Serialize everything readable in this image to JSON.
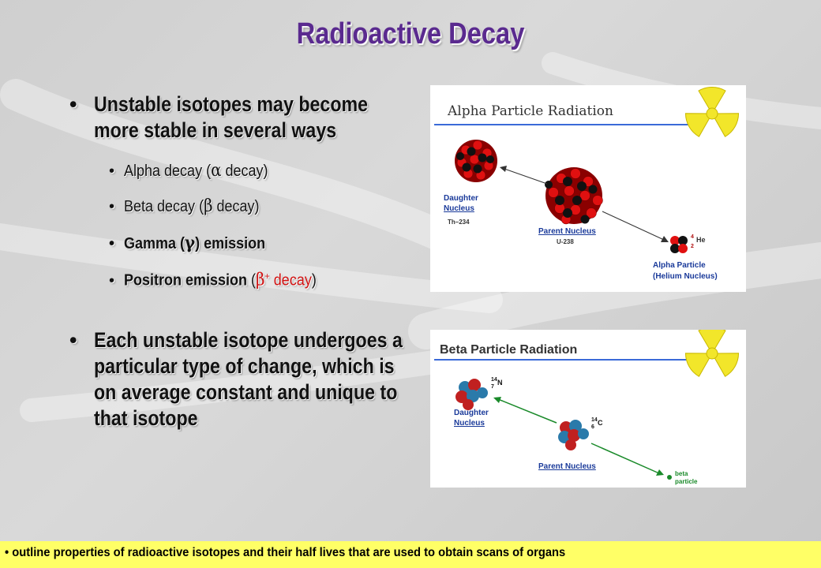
{
  "slide": {
    "title": "Radioactive Decay",
    "bullet_main_1": "Unstable isotopes may become more stable in several ways",
    "sub_items": [
      {
        "pre": "Alpha decay (",
        "symbol": "α",
        "post": " decay)"
      },
      {
        "pre": "Beta decay (",
        "symbol": "β",
        "post": " decay)"
      },
      {
        "pre": "Gamma (",
        "symbol": "γ",
        "post": ") emission"
      },
      {
        "pre": "Positron emission",
        "open": " (",
        "symbol": "β",
        "sup": "+",
        "red_post": " decay",
        "close": ")"
      }
    ],
    "bullet_main_2": "Each unstable isotope undergoes a particular type of change, which is on average constant and unique to that isotope",
    "footer": "outline properties of radioactive isotopes and their half lives that are used to obtain scans of organs"
  },
  "alpha_diagram": {
    "heading": "Alpha Particle Radiation",
    "daughter_label_1": "Daughter",
    "daughter_label_2": "Nucleus",
    "daughter_isotope": "Th–234",
    "parent_label": "Parent Nucleus",
    "parent_isotope": "U-238",
    "he_mass": "4",
    "he_symbol": "He",
    "he_atomic": "2",
    "particle_label_1": "Alpha Particle",
    "particle_label_2": "(Helium Nucleus)"
  },
  "beta_diagram": {
    "heading": "Beta Particle Radiation",
    "n_mass": "14",
    "n_atomic": "7",
    "n_symbol": "N",
    "daughter_label_1": "Daughter",
    "daughter_label_2": "Nucleus",
    "c_mass": "14",
    "c_atomic": "6",
    "c_symbol": "C",
    "parent_label": "Parent Nucleus",
    "particle_label_1": "beta",
    "particle_label_2": "particle"
  },
  "colors": {
    "title": "#5a2a8f",
    "footer_bg": "#ffff66",
    "proton": "#e01010",
    "neutron": "#111111",
    "label_blue": "#1a3a9a",
    "line_blue": "#3a6ad8",
    "beta_arrow": "#1a8a2a",
    "radiation_yellow": "#f2e62a"
  },
  "icons": [
    "radiation-symbol-icon",
    "radiation-symbol-icon"
  ]
}
